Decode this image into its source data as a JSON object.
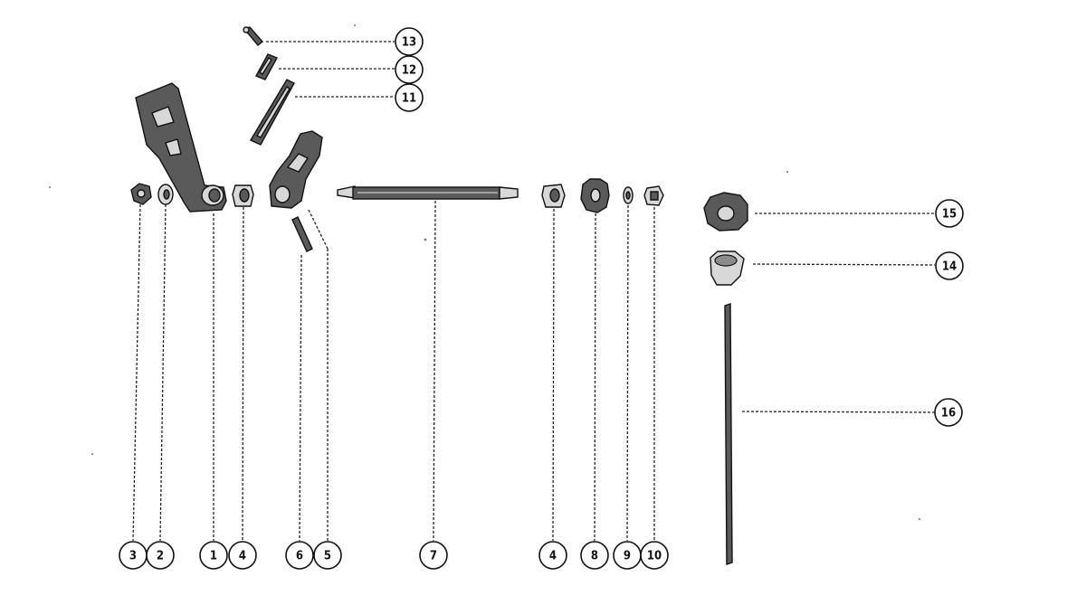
{
  "callouts": [
    {
      "id": "c13",
      "label": "13"
    },
    {
      "id": "c12",
      "label": "12"
    },
    {
      "id": "c11",
      "label": "11"
    },
    {
      "id": "c15",
      "label": "15"
    },
    {
      "id": "c14",
      "label": "14"
    },
    {
      "id": "c16",
      "label": "16"
    },
    {
      "id": "c3",
      "label": "3"
    },
    {
      "id": "c2",
      "label": "2"
    },
    {
      "id": "c1",
      "label": "1"
    },
    {
      "id": "c4a",
      "label": "4"
    },
    {
      "id": "c6",
      "label": "6"
    },
    {
      "id": "c5",
      "label": "5"
    },
    {
      "id": "c7",
      "label": "7"
    },
    {
      "id": "c4b",
      "label": "4"
    },
    {
      "id": "c8",
      "label": "8"
    },
    {
      "id": "c9",
      "label": "9"
    },
    {
      "id": "c10",
      "label": "10"
    }
  ],
  "colors": {
    "ink": "#111111",
    "paper": "#ffffff",
    "shade": "#5a5a5a"
  }
}
